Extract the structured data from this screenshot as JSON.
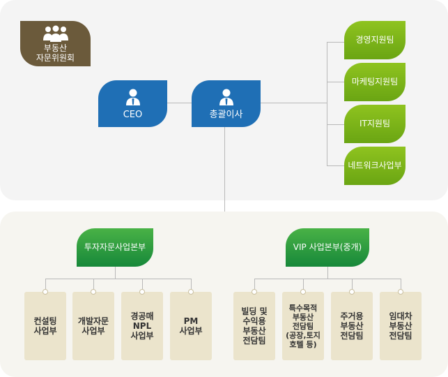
{
  "committee": {
    "label": "부동산\n자문위원회",
    "icon": "people-icon"
  },
  "ceo": {
    "label": "CEO",
    "icon": "person-icon"
  },
  "director": {
    "label": "총괄이사",
    "icon": "person-icon"
  },
  "support_teams": [
    "경영지원팀",
    "마케팅지원팀",
    "IT지원팀",
    "네트워크사업부"
  ],
  "divisions": [
    {
      "label": "투자자문사업본부",
      "units": [
        "컨설팅\n사업부",
        "개발자문\n사업부",
        "경공매\nNPL\n사업부",
        "PM\n사업부"
      ]
    },
    {
      "label": "VIP 사업본부(중개)",
      "units": [
        "빌딩 및\n수익용\n부동산\n전담팀",
        "특수목적\n부동산\n전담팀\n(공장,토지\n호텔 등)",
        "주거용\n부동산\n전담팀",
        "임대차\n부동산\n전담팀"
      ]
    }
  ],
  "colors": {
    "brown": "#6b5a3b",
    "blue": "#1f6fb5",
    "light_green": "#7fb519",
    "dark_green": "#2a9a3e",
    "unit_bg": "#ebe4cc"
  }
}
